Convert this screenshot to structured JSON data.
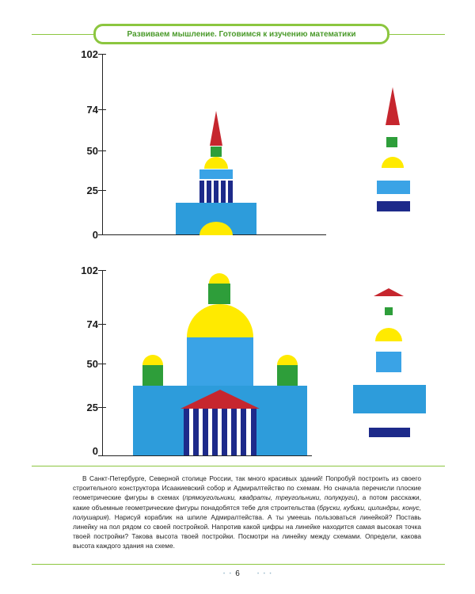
{
  "header": {
    "title": "Развиваем мышление. Готовимся к изучению математики"
  },
  "scheme_top": {
    "ticks": [
      "102",
      "74",
      "50",
      "25",
      "0"
    ]
  },
  "scheme_bottom": {
    "ticks": [
      "102",
      "74",
      "50",
      "25",
      "0"
    ]
  },
  "colors": {
    "blue": "#2d9cdb",
    "light_blue": "#3aa3e6",
    "navy": "#1d2a8a",
    "yellow": "#ffea00",
    "green": "#2e9e3a",
    "red": "#c6262e",
    "accent": "#8cc63f"
  },
  "text": {
    "p1": "В Санкт-Петербурге, Северной столице России, так много красивых зданий! Попробуй построить из своего строительного конструктора Исаакиевский собор и Адмиралтейство по схемам. Но сначала перечисли плоские геометрические фигуры в схемах (",
    "p1_italic": "прямоугольники, квадраты, треугольники, полукруги",
    "p1_b": "), а потом расскажи, какие объемные геометрические фигуры понадобятся тебе для строительства (",
    "p1_italic2": "бруски, кубики, цилиндры, конус, полушария",
    "p1_c": "). Нарисуй кораблик на шпиле Адмиралтейства. А ты умеешь пользоваться линейкой? Поставь линейку на пол рядом со своей постройкой. Напротив какой цифры на линейке находится самая высокая точка твоей постройки? Такова высота твоей постройки. Посмотри на линейку между схемами. Определи, какова высота каждого здания на схеме."
  },
  "footer": {
    "page_number": "6"
  }
}
